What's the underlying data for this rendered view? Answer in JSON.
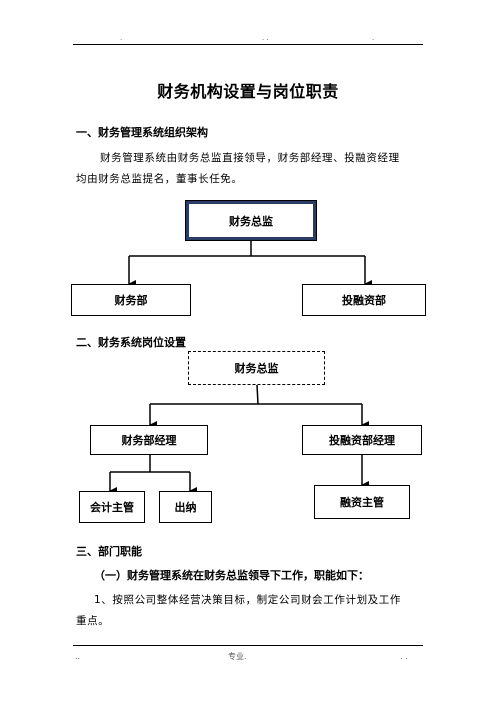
{
  "header": {
    "dots": [
      ".",
      ". .",
      "."
    ]
  },
  "title": "财务机构设置与岗位职责",
  "section1": {
    "heading": "一、财务管理系统组织架构",
    "paragraph_line1": "财务管理系统由财务总监直接领导，财务部经理、投融资经理",
    "paragraph_line2": "均由财务总监提名，董事长任免。"
  },
  "chart1": {
    "top": "财务总监",
    "left": "财务部",
    "right": "投融资部"
  },
  "section2": {
    "heading": "二、财务系统岗位设置"
  },
  "chart2": {
    "top": "财务总监",
    "left": "财务部经理",
    "right": "投融资部经理",
    "left_sub1": "会计主管",
    "left_sub2": "出纳",
    "right_sub": "融资主管"
  },
  "section3": {
    "heading": "三、部门职能",
    "subheading": "（一）财务管理系统在财务总监领导下工作，职能如下：",
    "item1_line1": "1、按照公司整体经营决策目标，制定公司财会工作计划及工作",
    "item1_line2": "重点。"
  },
  "footer": {
    "left": "..",
    "center": "专业.",
    "right": ". ."
  }
}
